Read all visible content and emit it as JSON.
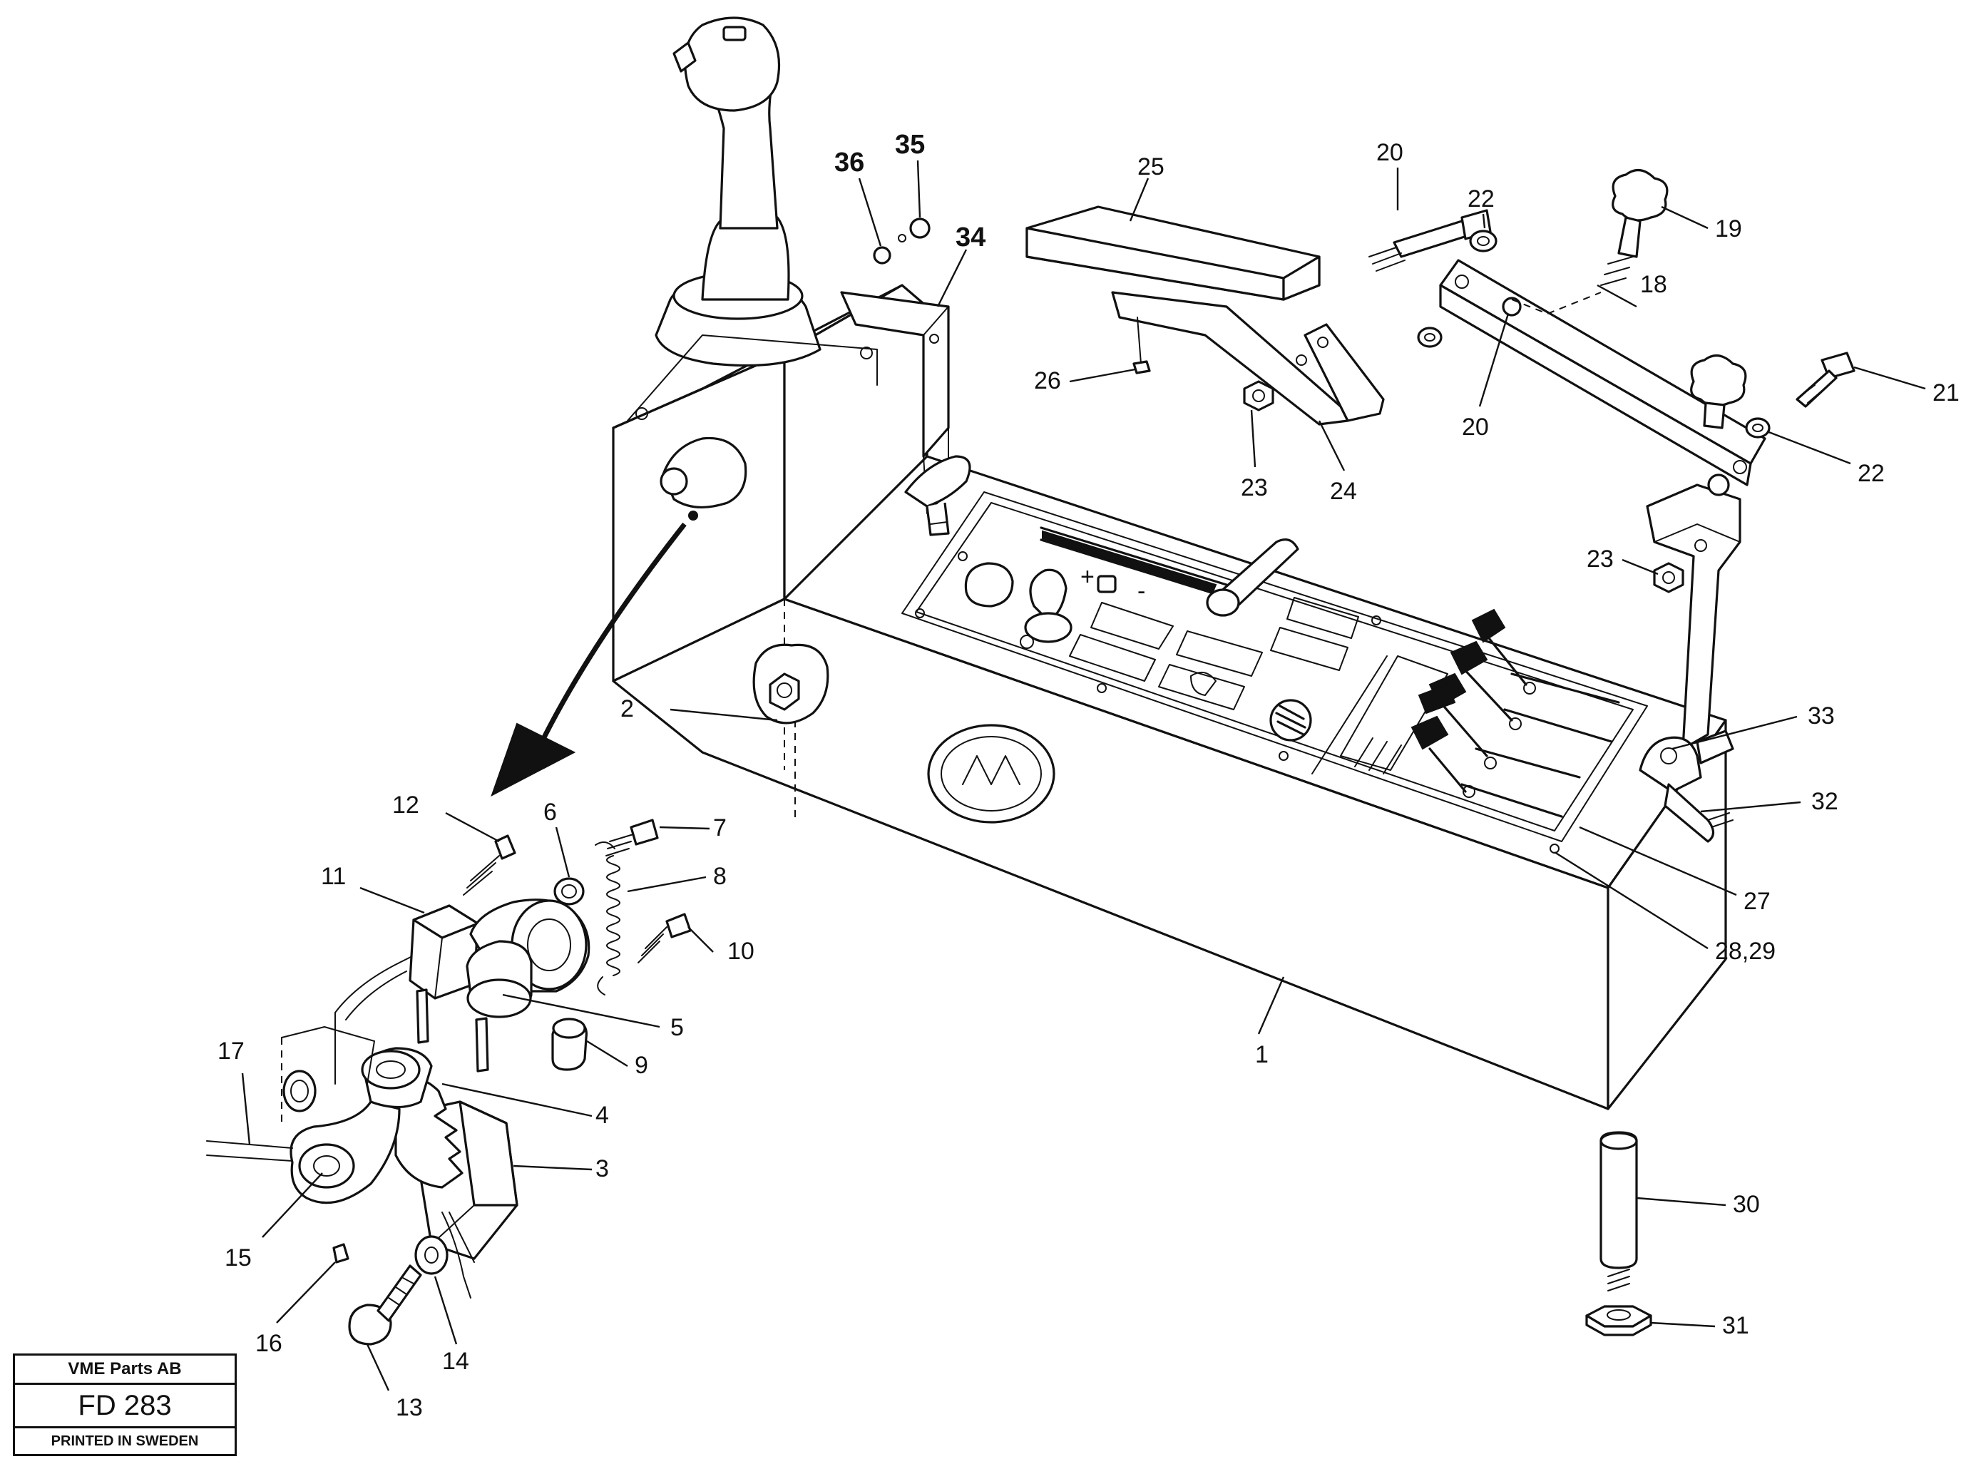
{
  "title_block": {
    "company": "VME Parts AB",
    "drawing_code": "FD 283",
    "printed": "PRINTED IN SWEDEN"
  },
  "callouts": {
    "c1": "1",
    "c2": "2",
    "c3": "3",
    "c4": "4",
    "c5": "5",
    "c6": "6",
    "c7": "7",
    "c8": "8",
    "c9": "9",
    "c10": "10",
    "c11": "11",
    "c12": "12",
    "c13": "13",
    "c14": "14",
    "c15": "15",
    "c16": "16",
    "c17": "17",
    "c18": "18",
    "c19": "19",
    "c20a": "20",
    "c20b": "20",
    "c21": "21",
    "c22a": "22",
    "c22b": "22",
    "c23a": "23",
    "c23b": "23",
    "c24": "24",
    "c25": "25",
    "c26": "26",
    "c27": "27",
    "c28_29": "28,29",
    "c30": "30",
    "c31": "31",
    "c32": "32",
    "c33": "33",
    "c34": "34",
    "c35": "35",
    "c36": "36"
  },
  "panel_marks": {
    "plus": "+",
    "minus": "-"
  },
  "colors": {
    "ink": "#111111",
    "paper": "#ffffff"
  }
}
